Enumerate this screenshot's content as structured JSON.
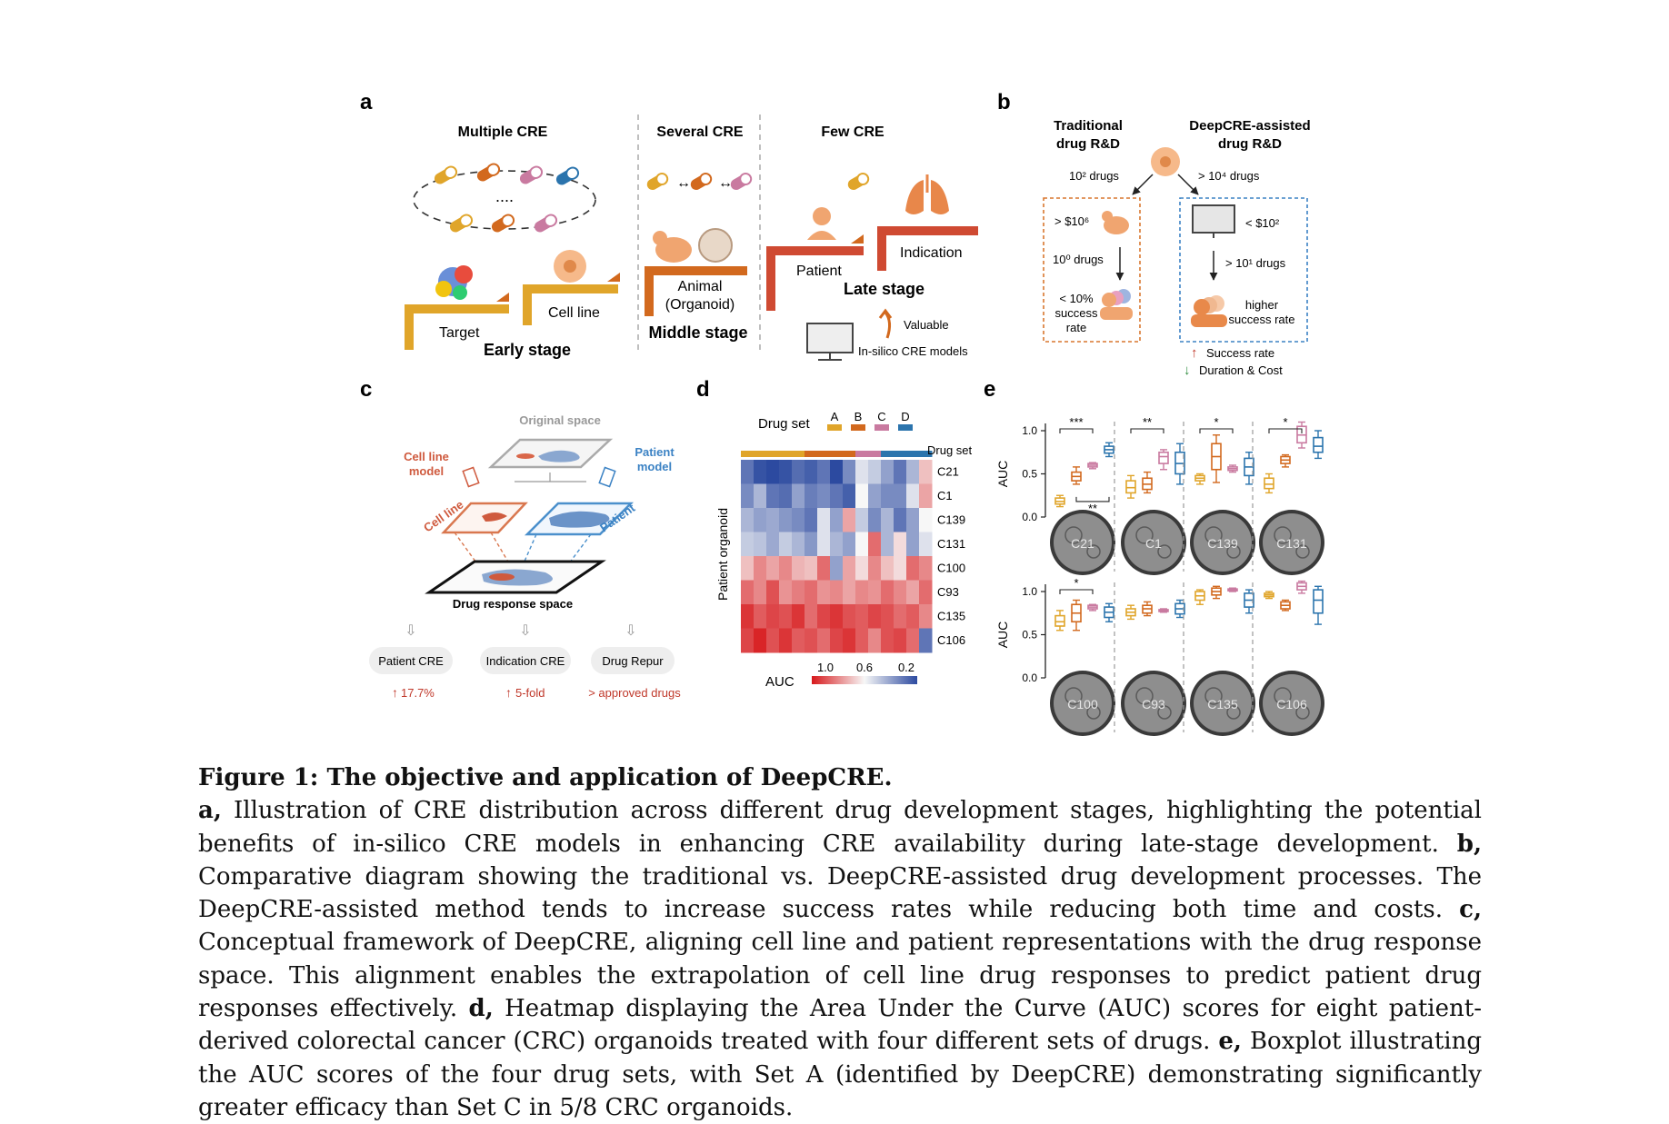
{
  "panel_a": {
    "label": "a",
    "sections": [
      {
        "title": "Multiple CRE",
        "stage": "Early stage",
        "steps": [
          "Target",
          "Cell line"
        ],
        "dots": "...."
      },
      {
        "title": "Several CRE",
        "stage": "Middle stage",
        "steps": [
          "Animal",
          "(Organoid)"
        ]
      },
      {
        "title": "Few CRE",
        "stage": "Late stage",
        "steps": [
          "Patient",
          "Indication"
        ]
      }
    ],
    "legend_valuable": "Valuable",
    "legend_models": "In-silico CRE models"
  },
  "panel_b": {
    "label": "b",
    "left_title": [
      "Traditional",
      "drug R&D"
    ],
    "right_title": [
      "DeepCRE-assisted",
      "drug R&D"
    ],
    "left_drugs": "10² drugs",
    "right_drugs": "> 10⁴ drugs",
    "left_cost": "> $10⁶",
    "right_cost": "< $10²",
    "left_after": "10⁰ drugs",
    "right_after": "> 10¹ drugs",
    "left_rate": [
      "< 10%",
      "success",
      "rate"
    ],
    "right_rate": [
      "higher",
      "success rate"
    ],
    "legend_success": "Success rate",
    "legend_duration": "Duration & Cost",
    "colors": {
      "left_box": "#d9772f",
      "right_box": "#3b82c4",
      "up": "#c0392b",
      "down": "#2e8b3e"
    }
  },
  "panel_c": {
    "label": "c",
    "original_space": "Original space",
    "cell_line_model": [
      "Cell line",
      "model"
    ],
    "patient_model": [
      "Patient",
      "model"
    ],
    "cell_line": "Cell line",
    "patient": "Patient",
    "drug_response_space": "Drug response space",
    "outcomes": [
      {
        "name": "Patient CRE",
        "gain": "17.7%"
      },
      {
        "name": "Indication CRE",
        "gain": "5-fold"
      },
      {
        "name": "Drug Repur",
        "gain": "> approved drugs"
      }
    ]
  },
  "panel_d": {
    "label": "d",
    "drug_set_label": "Drug set",
    "drug_sets": [
      "A",
      "B",
      "C",
      "D"
    ],
    "row_axis_label": "Patient organoid",
    "column_bar_label": "Drug set",
    "colorbar_label": "AUC",
    "colorbar_ticks": [
      "1.0",
      "0.6",
      "0.2"
    ]
  },
  "panel_e": {
    "label": "e",
    "y_label": "AUC",
    "y_ticks": [
      "1.0",
      "0.5",
      "0.0"
    ]
  },
  "chart_data": {
    "type": "heatmap",
    "rows": [
      "C21",
      "C1",
      "C139",
      "C131",
      "C100",
      "C93",
      "C135",
      "C106"
    ],
    "column_groups": [
      "A",
      "A",
      "A",
      "A",
      "A",
      "B",
      "B",
      "B",
      "B",
      "C",
      "C",
      "D",
      "D",
      "D",
      "D"
    ],
    "group_colors": {
      "A": "#e0a52a",
      "B": "#d2691e",
      "C": "#c97aa0",
      "D": "#2b74ad"
    },
    "colorbar": {
      "min": 0.2,
      "max": 1.0,
      "high_color": "#d7191c",
      "mid_color": "#f7f7f7",
      "low_color": "#2c4aa0"
    },
    "values": [
      [
        0.3,
        0.22,
        0.2,
        0.22,
        0.28,
        0.25,
        0.3,
        0.2,
        0.35,
        0.55,
        0.5,
        0.4,
        0.3,
        0.45,
        0.7
      ],
      [
        0.35,
        0.45,
        0.3,
        0.28,
        0.4,
        0.32,
        0.35,
        0.3,
        0.25,
        0.6,
        0.4,
        0.35,
        0.35,
        0.55,
        0.75
      ],
      [
        0.45,
        0.4,
        0.42,
        0.38,
        0.35,
        0.3,
        0.55,
        0.4,
        0.75,
        0.5,
        0.35,
        0.45,
        0.3,
        0.4,
        0.6
      ],
      [
        0.5,
        0.48,
        0.42,
        0.5,
        0.45,
        0.38,
        0.55,
        0.45,
        0.4,
        0.6,
        0.85,
        0.45,
        0.65,
        0.4,
        0.55
      ],
      [
        0.7,
        0.8,
        0.75,
        0.8,
        0.72,
        0.7,
        0.85,
        0.4,
        0.75,
        0.65,
        0.8,
        0.7,
        0.65,
        0.85,
        0.8
      ],
      [
        0.85,
        0.8,
        0.9,
        0.78,
        0.82,
        0.85,
        0.78,
        0.8,
        0.75,
        0.8,
        0.78,
        0.85,
        0.8,
        0.75,
        0.85
      ],
      [
        0.95,
        0.88,
        0.92,
        0.9,
        0.95,
        0.85,
        0.92,
        0.95,
        0.9,
        0.88,
        0.92,
        0.9,
        0.85,
        0.88,
        0.8
      ],
      [
        0.92,
        0.98,
        0.9,
        0.95,
        0.88,
        0.9,
        0.85,
        0.92,
        0.95,
        0.88,
        0.8,
        0.9,
        0.92,
        0.85,
        0.3
      ]
    ]
  },
  "boxplots": {
    "groups": [
      "A",
      "B",
      "C",
      "D"
    ],
    "ylim": [
      0.0,
      1.0
    ],
    "top_row": [
      {
        "organoid": "C21",
        "sig": [
          "***",
          "**"
        ],
        "boxes": [
          [
            0.12,
            0.15,
            0.18,
            0.22,
            0.25
          ],
          [
            0.38,
            0.42,
            0.47,
            0.52,
            0.58
          ],
          [
            0.56,
            0.58,
            0.6,
            0.62,
            0.63
          ],
          [
            0.7,
            0.74,
            0.78,
            0.82,
            0.86
          ]
        ]
      },
      {
        "organoid": "C1",
        "sig": [
          "**"
        ],
        "boxes": [
          [
            0.22,
            0.28,
            0.34,
            0.42,
            0.48
          ],
          [
            0.28,
            0.32,
            0.38,
            0.45,
            0.52
          ],
          [
            0.55,
            0.62,
            0.7,
            0.75,
            0.78
          ],
          [
            0.38,
            0.5,
            0.62,
            0.75,
            0.85
          ]
        ]
      },
      {
        "organoid": "C139",
        "sig": [
          "*"
        ],
        "boxes": [
          [
            0.38,
            0.42,
            0.45,
            0.48,
            0.5
          ],
          [
            0.4,
            0.55,
            0.7,
            0.85,
            0.95
          ],
          [
            0.52,
            0.54,
            0.56,
            0.58,
            0.6
          ],
          [
            0.38,
            0.48,
            0.58,
            0.68,
            0.75
          ]
        ]
      },
      {
        "organoid": "C131",
        "sig": [
          "*"
        ],
        "boxes": [
          [
            0.28,
            0.33,
            0.38,
            0.45,
            0.5
          ],
          [
            0.58,
            0.62,
            0.66,
            0.7,
            0.72
          ],
          [
            0.8,
            0.86,
            0.95,
            1.05,
            1.1
          ],
          [
            0.68,
            0.75,
            0.82,
            0.92,
            1.0
          ]
        ]
      }
    ],
    "bottom_row": [
      {
        "organoid": "C100",
        "sig": [
          "*"
        ],
        "boxes": [
          [
            0.55,
            0.6,
            0.65,
            0.72,
            0.78
          ],
          [
            0.55,
            0.65,
            0.75,
            0.85,
            0.9
          ],
          [
            0.78,
            0.8,
            0.82,
            0.84,
            0.85
          ],
          [
            0.65,
            0.7,
            0.76,
            0.82,
            0.86
          ]
        ]
      },
      {
        "organoid": "C93",
        "sig": [],
        "boxes": [
          [
            0.68,
            0.72,
            0.76,
            0.8,
            0.84
          ],
          [
            0.72,
            0.75,
            0.8,
            0.84,
            0.88
          ],
          [
            0.76,
            0.77,
            0.78,
            0.79,
            0.8
          ],
          [
            0.7,
            0.74,
            0.8,
            0.86,
            0.9
          ]
        ]
      },
      {
        "organoid": "C135",
        "sig": [],
        "boxes": [
          [
            0.85,
            0.9,
            0.95,
            1.0,
            1.02
          ],
          [
            0.92,
            0.96,
            1.0,
            1.04,
            1.06
          ],
          [
            1.0,
            1.01,
            1.02,
            1.03,
            1.04
          ],
          [
            0.75,
            0.82,
            0.9,
            0.98,
            1.02
          ]
        ]
      },
      {
        "organoid": "C106",
        "sig": [],
        "boxes": [
          [
            0.92,
            0.94,
            0.96,
            0.98,
            1.0
          ],
          [
            0.78,
            0.8,
            0.84,
            0.88,
            0.9
          ],
          [
            0.98,
            1.02,
            1.06,
            1.1,
            1.12
          ],
          [
            0.62,
            0.75,
            0.9,
            1.02,
            1.06
          ]
        ]
      }
    ]
  },
  "caption": {
    "title": "Figure 1: The objective and application of DeepCRE.",
    "parts": [
      {
        "label": "a,",
        "text": " Illustration of CRE distribution across different drug development stages, highlighting the potential benefits of in-silico CRE models in enhancing CRE availability during late-stage development. "
      },
      {
        "label": "b,",
        "text": " Comparative diagram showing the traditional vs. DeepCRE-assisted drug development processes. The DeepCRE-assisted method tends to increase success rates while reducing both time and costs. "
      },
      {
        "label": "c,",
        "text": " Conceptual framework of DeepCRE, aligning cell line and patient representations with the drug response space. This alignment enables the extrapolation of cell line drug responses to predict patient drug responses effectively. "
      },
      {
        "label": "d,",
        "text": " Heatmap displaying the Area Under the Curve (AUC) scores for eight patient-derived colorectal cancer (CRC) organoids treated with four different sets of drugs. "
      },
      {
        "label": "e,",
        "text": " Boxplot illustrating the AUC scores of the four drug sets, with Set A (identified by DeepCRE) demonstrating significantly greater efficacy than Set C in 5/8 CRC organoids."
      }
    ]
  }
}
